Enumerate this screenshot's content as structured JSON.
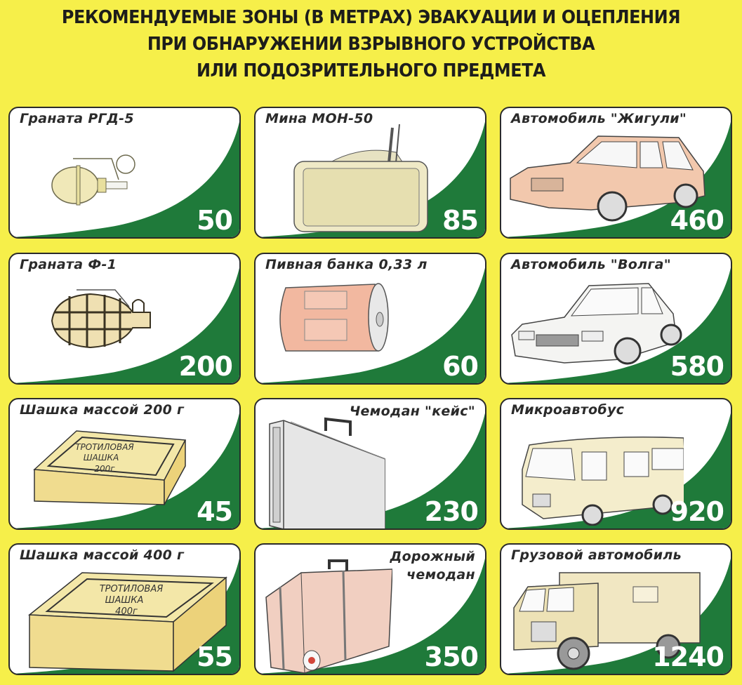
{
  "header": {
    "title_lines": [
      "РЕКОМЕНДУЕМЫЕ ЗОНЫ (В МЕТРАХ) ЭВАКУАЦИИ И ОЦЕПЛЕНИЯ",
      "ПРИ ОБНАРУЖЕНИИ ВЗРЫВНОГО УСТРОЙСТВА",
      "ИЛИ ПОДОЗРИТЕЛЬНОГО ПРЕДМЕТА"
    ]
  },
  "colors": {
    "background": "#f6ef4a",
    "accent_green": "#1f7a3a",
    "card_bg": "#ffffff",
    "value_text": "#ffffff"
  },
  "units": "метры",
  "cards": [
    {
      "label": "Граната РГД-5",
      "value": "50",
      "icon": "grenade-rgd5-icon"
    },
    {
      "label": "Мина МОН-50",
      "value": "85",
      "icon": "mine-mon50-icon"
    },
    {
      "label": "Автомобиль \"Жигули\"",
      "value": "460",
      "icon": "car-zhiguli-icon"
    },
    {
      "label": "Граната Ф-1",
      "value": "200",
      "icon": "grenade-f1-icon"
    },
    {
      "label": "Пивная банка 0,33 л",
      "value": "60",
      "icon": "beer-can-icon"
    },
    {
      "label": "Автомобиль \"Волга\"",
      "value": "580",
      "icon": "car-volga-icon"
    },
    {
      "label": "Шашка массой 200 г",
      "value": "45",
      "icon": "tnt-block-200-icon",
      "block_text": [
        "ТРОТИЛОВАЯ",
        "ШАШКА",
        "200г"
      ]
    },
    {
      "label": "Чемодан \"кейс\"",
      "value": "230",
      "icon": "briefcase-icon"
    },
    {
      "label": "Микроавтобус",
      "value": "920",
      "icon": "minibus-icon"
    },
    {
      "label": "Шашка массой 400 г",
      "value": "55",
      "icon": "tnt-block-400-icon",
      "block_text": [
        "ТРОТИЛОВАЯ",
        "ШАШКА",
        "400г"
      ]
    },
    {
      "label_lines": [
        "Дорожный",
        "чемодан"
      ],
      "value": "350",
      "icon": "suitcase-icon"
    },
    {
      "label": "Грузовой автомобиль",
      "value": "1240",
      "icon": "truck-icon"
    }
  ]
}
